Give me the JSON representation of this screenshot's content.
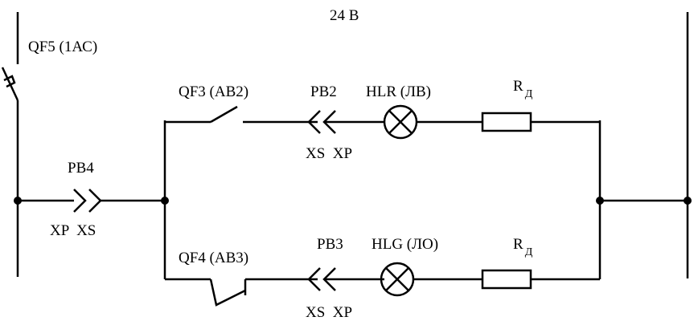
{
  "supply": {
    "voltage": "24 В"
  },
  "breakers": {
    "qf5": "QF5 (1АС)",
    "qf3": "QF3 (АВ2)",
    "qf4": "QF4 (АВ3)"
  },
  "connectors": {
    "pb4": {
      "name": "РВ4",
      "pins": "XP  XS"
    },
    "pb2": {
      "name": "РВ2",
      "pins": "XS  XP"
    },
    "pb3": {
      "name": "РВ3",
      "pins": "XS  XP"
    }
  },
  "lamps": {
    "hlr": "HLR (ЛВ)",
    "hlg": "HLG (ЛО)"
  },
  "resistors": {
    "top": {
      "main": "R",
      "sub": "Д"
    },
    "bottom": {
      "main": "R",
      "sub": "Д"
    }
  }
}
